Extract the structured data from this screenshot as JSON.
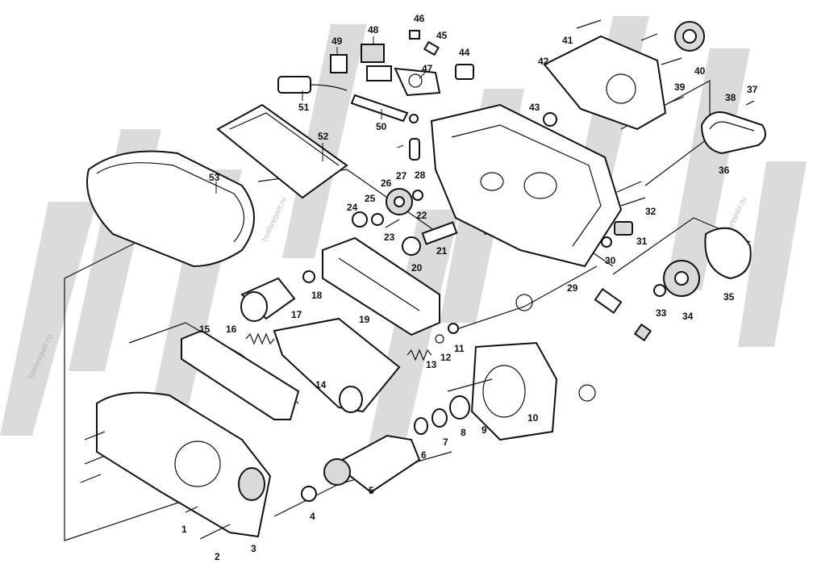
{
  "watermark": {
    "text": "toolsrepair.ru",
    "color": "#bdbdbd"
  },
  "callouts": [
    {
      "id": "1",
      "label": "1"
    },
    {
      "id": "2",
      "label": "2"
    },
    {
      "id": "3",
      "label": "3"
    },
    {
      "id": "4",
      "label": "4"
    },
    {
      "id": "5",
      "label": "5"
    },
    {
      "id": "6",
      "label": "6"
    },
    {
      "id": "7",
      "label": "7"
    },
    {
      "id": "8",
      "label": "8"
    },
    {
      "id": "9",
      "label": "9"
    },
    {
      "id": "10",
      "label": "10"
    },
    {
      "id": "11",
      "label": "11"
    },
    {
      "id": "12",
      "label": "12"
    },
    {
      "id": "13",
      "label": "13"
    },
    {
      "id": "14",
      "label": "14"
    },
    {
      "id": "15",
      "label": "15"
    },
    {
      "id": "16",
      "label": "16"
    },
    {
      "id": "17",
      "label": "17"
    },
    {
      "id": "18",
      "label": "18"
    },
    {
      "id": "19",
      "label": "19"
    },
    {
      "id": "20",
      "label": "20"
    },
    {
      "id": "21",
      "label": "21"
    },
    {
      "id": "22",
      "label": "22"
    },
    {
      "id": "23",
      "label": "23"
    },
    {
      "id": "24",
      "label": "24"
    },
    {
      "id": "25",
      "label": "25"
    },
    {
      "id": "26",
      "label": "26"
    },
    {
      "id": "27",
      "label": "27"
    },
    {
      "id": "28",
      "label": "28"
    },
    {
      "id": "29",
      "label": "29"
    },
    {
      "id": "30",
      "label": "30"
    },
    {
      "id": "31",
      "label": "31"
    },
    {
      "id": "32",
      "label": "32"
    },
    {
      "id": "33",
      "label": "33"
    },
    {
      "id": "34",
      "label": "34"
    },
    {
      "id": "35",
      "label": "35"
    },
    {
      "id": "36",
      "label": "36"
    },
    {
      "id": "37",
      "label": "37"
    },
    {
      "id": "38",
      "label": "38"
    },
    {
      "id": "39",
      "label": "39"
    },
    {
      "id": "40",
      "label": "40"
    },
    {
      "id": "41",
      "label": "41"
    },
    {
      "id": "42",
      "label": "42"
    },
    {
      "id": "43",
      "label": "43"
    },
    {
      "id": "44",
      "label": "44"
    },
    {
      "id": "45",
      "label": "45"
    },
    {
      "id": "46",
      "label": "46"
    },
    {
      "id": "47",
      "label": "47"
    },
    {
      "id": "48",
      "label": "48"
    },
    {
      "id": "49",
      "label": "49"
    },
    {
      "id": "50",
      "label": "50"
    },
    {
      "id": "51",
      "label": "51"
    },
    {
      "id": "52",
      "label": "52"
    },
    {
      "id": "53",
      "label": "53"
    }
  ]
}
